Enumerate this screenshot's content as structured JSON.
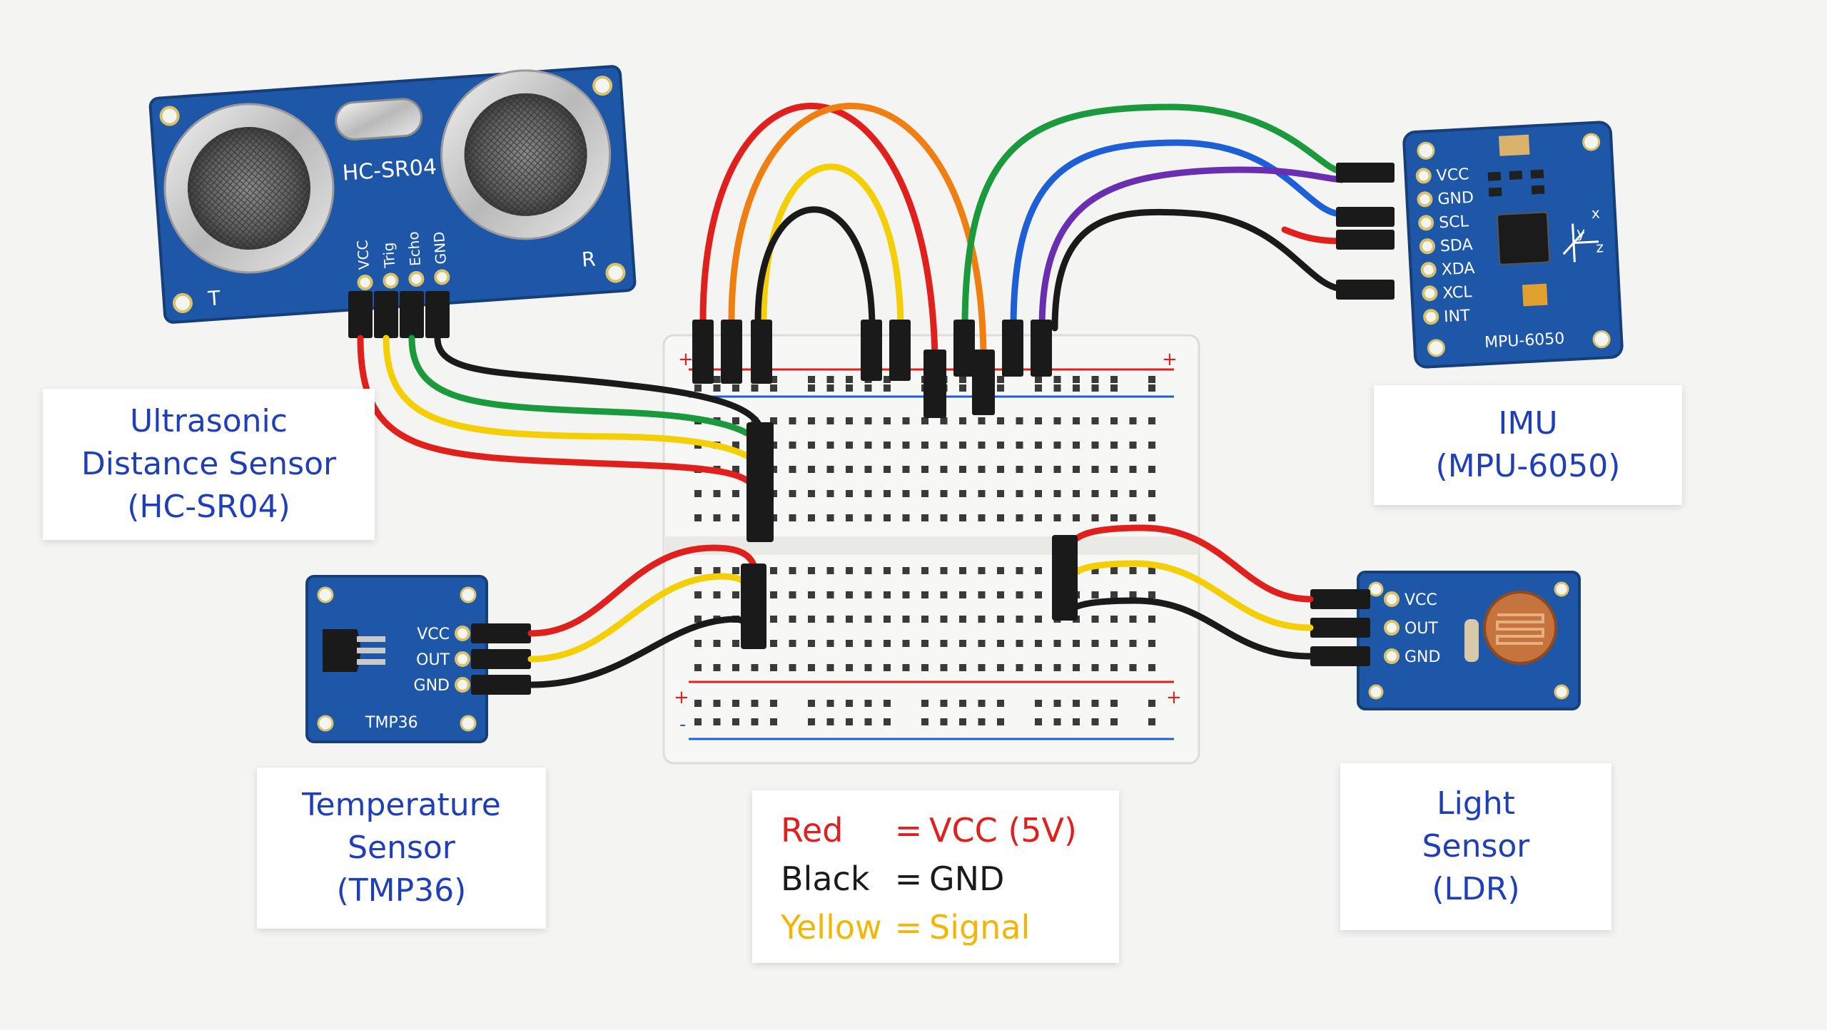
{
  "modules": {
    "hcsr04": {
      "model": "HC-SR04",
      "pins": [
        "VCC",
        "Trig",
        "Echo",
        "GND"
      ],
      "left_mark": "T",
      "right_mark": "R"
    },
    "mpu6050": {
      "model": "MPU-6050",
      "pins": [
        "VCC",
        "GND",
        "SCL",
        "SDA",
        "XDA",
        "XCL",
        "INT"
      ],
      "axis_x": "x",
      "axis_y": "y",
      "axis_z": "z"
    },
    "tmp36": {
      "model": "TMP36",
      "pins": [
        "VCC",
        "OUT",
        "GND"
      ]
    },
    "ldr": {
      "pins": [
        "VCC",
        "OUT",
        "GND"
      ]
    }
  },
  "breadboard": {
    "plus": "+",
    "minus": "-"
  },
  "labels": {
    "ultrasonic": [
      "Ultrasonic",
      "Distance Sensor",
      "(HC-SR04)"
    ],
    "imu": [
      "IMU",
      "(MPU-6050)"
    ],
    "temperature": [
      "Temperature",
      "Sensor",
      "(TMP36)"
    ],
    "light": [
      "Light",
      "Sensor",
      "(LDR)"
    ]
  },
  "legend": [
    {
      "name": "Red",
      "eq": "=",
      "meaning": "VCC (5V)",
      "color": "#e0201c"
    },
    {
      "name": "Black",
      "eq": "=",
      "meaning": "GND",
      "color": "#1a1a1a"
    },
    {
      "name": "Yellow",
      "eq": "=",
      "meaning": "Signal",
      "color": "#f2b705"
    }
  ],
  "colors": {
    "pcb_blue": "#1f57a8",
    "wire_red": "#e0201c",
    "wire_black": "#1a1a1a",
    "wire_yellow": "#f5cf05",
    "wire_green": "#1a9a3c",
    "wire_blue": "#1c5fd6",
    "wire_purple": "#6a2fb0",
    "wire_orange": "#f07f12",
    "label_blue": "#1f3fb8"
  }
}
